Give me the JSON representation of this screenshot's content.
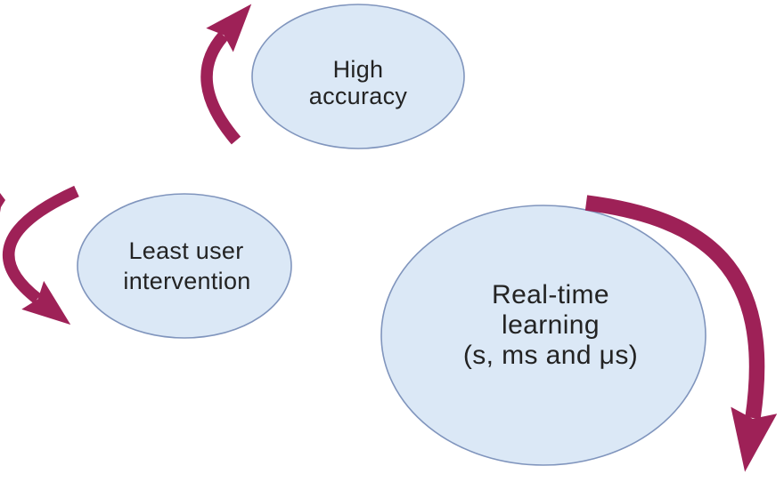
{
  "figure": {
    "description": "Concept diagram: three cyclic goals with curved arrows",
    "background": "#ffffff",
    "colors": {
      "ellipse_fill": "#dbe8f6",
      "ellipse_stroke": "#8095bd",
      "arrow": "#9e2157",
      "text": "#232323"
    },
    "nodes": [
      {
        "id": "high-accuracy",
        "lines": [
          "High",
          "accuracy"
        ]
      },
      {
        "id": "least-user-intervention",
        "lines": [
          "Least user",
          "intervention"
        ]
      },
      {
        "id": "real-time-learning",
        "lines": [
          "Real-time",
          "learning",
          "(s, ms and μs)"
        ]
      }
    ],
    "arrows": [
      {
        "id": "arrow-high-accuracy",
        "shape": "curved-arrow-up-right"
      },
      {
        "id": "arrow-least-user-intervention",
        "shape": "curved-arrow-down-left"
      },
      {
        "id": "arrow-real-time-learning",
        "shape": "curved-arrow-down-right"
      },
      {
        "id": "arrow-fragment-left-edge",
        "shape": "clipped-arrow-sliver"
      }
    ]
  }
}
